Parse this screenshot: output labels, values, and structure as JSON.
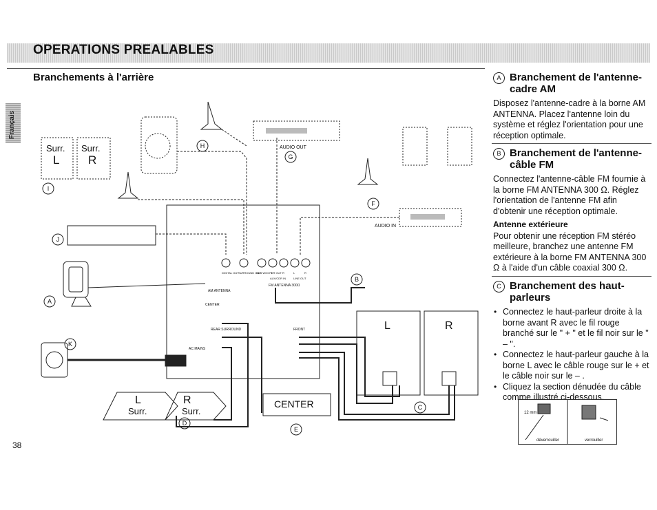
{
  "header": {
    "title": "OPERATIONS PREALABLES"
  },
  "language_tab": "Français",
  "left": {
    "title": "Branchements à l'arrière"
  },
  "page_number": "38",
  "diagram": {
    "labels": {
      "surr_l_box_1": "Surr.",
      "surr_l_box_2": "L",
      "surr_r_box_1": "Surr.",
      "surr_r_box_2": "R",
      "audio_out": "AUDIO OUT",
      "audio_in": "AUDIO IN",
      "center": "CENTER",
      "rear_surround": "REAR SURROUND",
      "front": "FRONT",
      "am_antenna": "AM ANTENNA",
      "fm_antenna": "FM ANTENNA 300Ω",
      "ac_mains": "AC MAINS",
      "spk_l": "L",
      "spk_r": "R",
      "surr_l_bottom_1": "L",
      "surr_l_bottom_2": "Surr.",
      "surr_r_bottom_1": "R",
      "surr_r_bottom_2": "Surr.",
      "center_speaker": "CENTER",
      "jack_labels": [
        "DIGITAL OUT",
        "SURROUND OUT",
        "SUB WOOFER OUT",
        "L",
        "R",
        "AUX/CDR IN",
        "L",
        "R",
        "LINE OUT"
      ]
    },
    "callouts": [
      "A",
      "B",
      "C",
      "D",
      "E",
      "F",
      "G",
      "H",
      "I",
      "J",
      "K"
    ]
  },
  "sections": [
    {
      "letter": "A",
      "title": "Branchement de l'antenne-cadre AM",
      "paragraphs": [
        "Disposez l'antenne-cadre à la borne AM ANTENNA. Placez l'antenne loin du système et réglez l'orientation pour une réception optimale."
      ]
    },
    {
      "letter": "B",
      "title": "Branchement de l'antenne-câble FM",
      "paragraphs": [
        "Connectez l'antenne-câble FM fournie à la borne FM ANTENNA 300 Ω. Réglez l'orientation de l'antenne FM afin d'obtenir une réception optimale."
      ],
      "subheading": "Antenne extérieure",
      "sub_paragraph": "Pour obtenir une réception FM stéréo meilleure, branchez une antenne FM extérieure à la borne FM ANTENNA 300 Ω à l'aide d'un câble coaxial 300 Ω."
    },
    {
      "letter": "C",
      "title": "Branchement des haut-parleurs",
      "bullets": [
        "Connectez le haut-parleur droite à la borne avant R avec le fil rouge branché sur le \" + \" et le fil noir sur le \" – \".",
        "Connectez le haut-parleur gauche à la borne L avec le câble rouge sur le + et le câble noir sur le – .",
        "Cliquez la section dénudée du câble comme illustré ci-dessous."
      ]
    }
  ],
  "inset": {
    "measure": "12 mm",
    "unlock": "déverrouiller",
    "lock": "verrouiller"
  }
}
